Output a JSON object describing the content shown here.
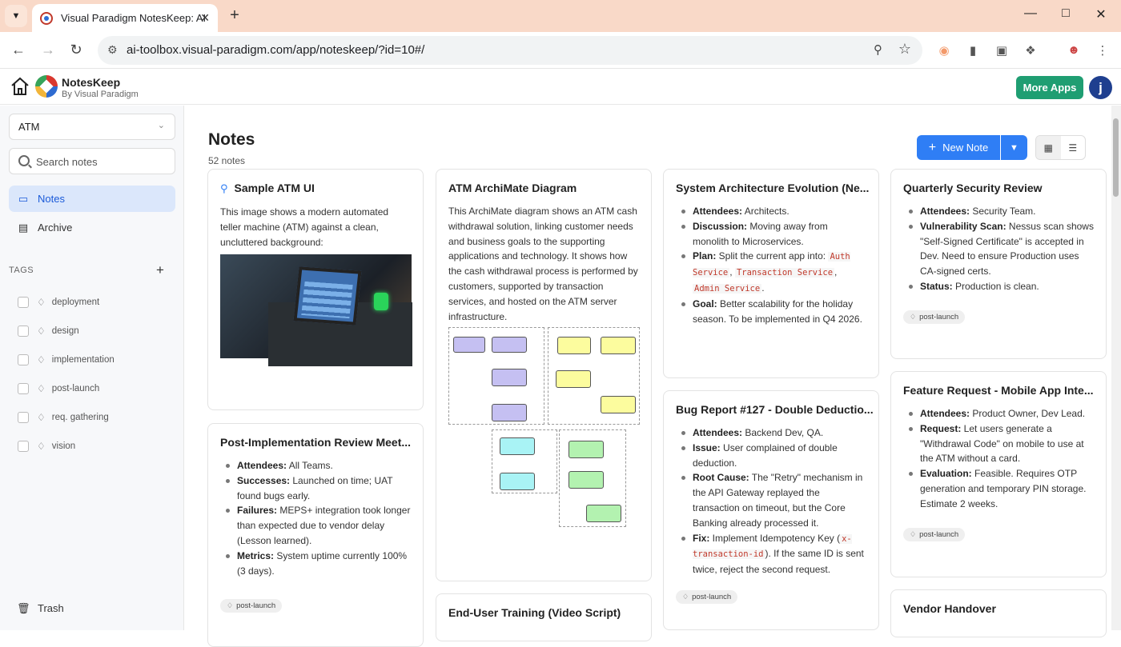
{
  "browser": {
    "tab_title": "Visual Paradigm NotesKeep: AI",
    "url": "ai-toolbox.visual-paradigm.com/app/noteskeep/?id=10#/"
  },
  "app": {
    "name": "NotesKeep",
    "byline": "By Visual Paradigm",
    "more_apps": "More Apps",
    "avatar_letter": "j"
  },
  "sidebar": {
    "project": "ATM",
    "search_placeholder": "Search notes",
    "nav": [
      {
        "label": "Notes",
        "icon": "inbox-icon"
      },
      {
        "label": "Archive",
        "icon": "archive-icon"
      }
    ],
    "tags_heading": "TAGS",
    "tags": [
      "deployment",
      "design",
      "implementation",
      "post-launch",
      "req. gathering",
      "vision"
    ],
    "trash": "Trash"
  },
  "main": {
    "title": "Notes",
    "count": "52 notes",
    "new_note": "New Note"
  },
  "notes": [
    {
      "title": "Sample ATM UI",
      "pinned": true,
      "body": "This image shows a modern automated teller machine (ATM) against a clean, uncluttered background:"
    },
    {
      "title": "Post-Implementation Review Meet...",
      "items": [
        {
          "k": "Attendees:",
          "v": " All Teams."
        },
        {
          "k": "Successes:",
          "v": " Launched on time; UAT found bugs early."
        },
        {
          "k": "Failures:",
          "v": " MEPS+ integration took longer than expected due to vendor delay (Lesson learned)."
        },
        {
          "k": "Metrics:",
          "v": " System uptime currently 100% (3 days)."
        }
      ],
      "tag": "post-launch"
    },
    {
      "title": "ATM ArchiMate Diagram",
      "body": "This ArchiMate diagram shows an ATM cash withdrawal solution, linking customer needs and business goals to the supporting applications and technology. It shows how the cash withdrawal process is performed by customers, supported by transaction services, and hosted on the ATM server infrastructure."
    },
    {
      "title": "End-User Training (Video Script)"
    },
    {
      "title": "System Architecture Evolution (Ne...",
      "items": [
        {
          "k": "Attendees:",
          "v": " Architects."
        },
        {
          "k": "Discussion:",
          "v": " Moving away from monolith to Microservices."
        },
        {
          "k": "Plan:",
          "v": " Split the current app into: "
        },
        {
          "k": "Goal:",
          "v": " Better scalability for the holiday season. To be implemented in Q4 2026."
        }
      ],
      "codes": [
        "Auth Service",
        "Transaction Service",
        "Admin Service"
      ]
    },
    {
      "title": "Bug Report #127 - Double Deductio...",
      "items": [
        {
          "k": "Attendees:",
          "v": " Backend Dev, QA."
        },
        {
          "k": "Issue:",
          "v": " User complained of double deduction."
        },
        {
          "k": "Root Cause:",
          "v": " The \"Retry\" mechanism in the API Gateway replayed the transaction on timeout, but the Core Banking already processed it."
        },
        {
          "k": "Fix:",
          "v": " Implement Idempotency Key ("
        }
      ],
      "fix_code": "x-transaction-id",
      "fix_tail": "). If the same ID is sent twice, reject the second request.",
      "tag": "post-launch"
    },
    {
      "title": "Quarterly Security Review",
      "items": [
        {
          "k": "Attendees:",
          "v": " Security Team."
        },
        {
          "k": "Vulnerability Scan:",
          "v": " Nessus scan shows \"Self-Signed Certificate\" is accepted in Dev. Need to ensure Production uses CA-signed certs."
        },
        {
          "k": "Status:",
          "v": " Production is clean."
        }
      ],
      "tag": "post-launch"
    },
    {
      "title": "Feature Request - Mobile App Inte...",
      "items": [
        {
          "k": "Attendees:",
          "v": " Product Owner, Dev Lead."
        },
        {
          "k": "Request:",
          "v": " Let users generate a \"Withdrawal Code\" on mobile to use at the ATM without a card."
        },
        {
          "k": "Evaluation:",
          "v": " Feasible. Requires OTP generation and temporary PIN storage. Estimate 2 weeks."
        }
      ],
      "tag": "post-launch"
    },
    {
      "title": "Vendor Handover"
    }
  ]
}
